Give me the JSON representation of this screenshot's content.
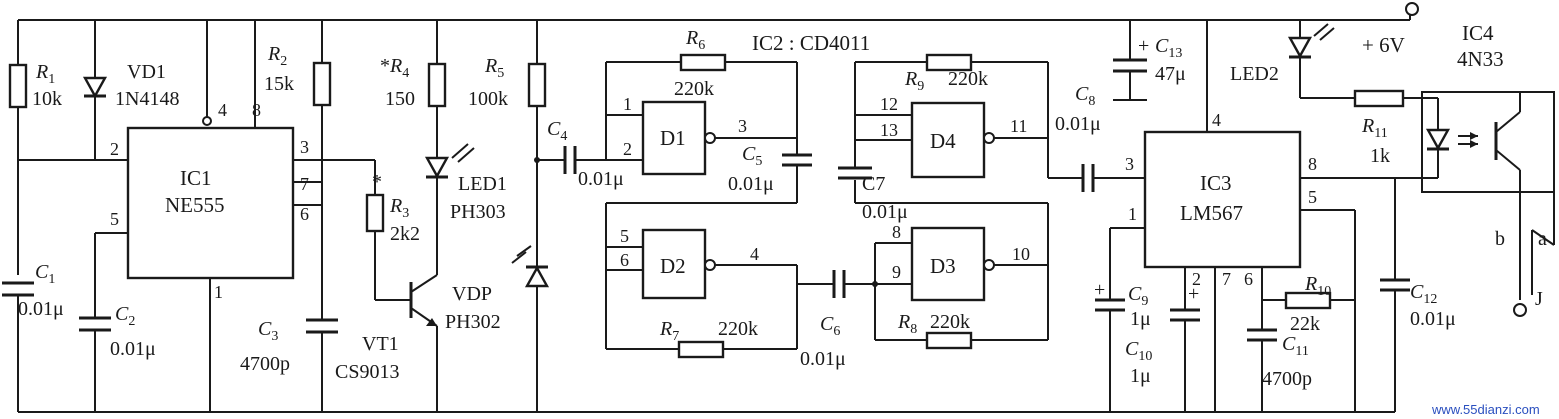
{
  "chips": {
    "ic1": {
      "name": "IC1",
      "part": "NE555",
      "pins": {
        "p2": "2",
        "p4": "4",
        "p8": "8",
        "p3": "3",
        "p7": "7",
        "p6": "6",
        "p5": "5",
        "p1": "1"
      }
    },
    "ic2": {
      "title": "IC2 : CD4011"
    },
    "ic3": {
      "name": "IC3",
      "part": "LM567",
      "pins": {
        "p3": "3",
        "p4": "4",
        "p8": "8",
        "p5": "5",
        "p1": "1",
        "p2": "2",
        "p7": "7",
        "p6": "6"
      }
    },
    "ic4": {
      "name": "IC4",
      "part": "4N33"
    }
  },
  "gates": {
    "d1": {
      "label": "D1",
      "in1": "1",
      "in2": "2",
      "out": "3"
    },
    "d2": {
      "label": "D2",
      "in1": "5",
      "in2": "6",
      "out": "4"
    },
    "d3": {
      "label": "D3",
      "in1": "8",
      "in2": "9",
      "out": "10"
    },
    "d4": {
      "label": "D4",
      "in1": "12",
      "in2": "13",
      "out": "11"
    }
  },
  "components": {
    "r1": {
      "ref": "R",
      "sub": "1",
      "value": "10k"
    },
    "vd1": {
      "ref": "VD1",
      "value": "1N4148"
    },
    "r2": {
      "ref": "R",
      "sub": "2",
      "value": "15k"
    },
    "r4": {
      "prefix": "*",
      "ref": "R",
      "sub": "4",
      "value": "150"
    },
    "r5": {
      "ref": "R",
      "sub": "5",
      "value": "100k"
    },
    "r3": {
      "prefix": "*",
      "ref": "R",
      "sub": "3",
      "value": "2k2"
    },
    "led1": {
      "ref": "LED1",
      "value": "PH303"
    },
    "vdp": {
      "ref": "VDP",
      "value": "PH302"
    },
    "vt1": {
      "ref": "VT1",
      "value": "CS9013"
    },
    "c1": {
      "ref": "C",
      "sub": "1",
      "value": "0.01μ"
    },
    "c2": {
      "ref": "C",
      "sub": "2",
      "value": "0.01μ"
    },
    "c3": {
      "ref": "C",
      "sub": "3",
      "value": "4700p"
    },
    "c4": {
      "ref": "C",
      "sub": "4",
      "value": "0.01μ"
    },
    "r6": {
      "ref": "R",
      "sub": "6",
      "value": "220k"
    },
    "c5": {
      "ref": "C",
      "sub": "5",
      "value": "0.01μ"
    },
    "r7": {
      "ref": "R",
      "sub": "7",
      "value": "220k"
    },
    "c6": {
      "ref": "C",
      "sub": "6",
      "value": "0.01μ"
    },
    "r9": {
      "ref": "R",
      "sub": "9",
      "value": "220k"
    },
    "c7": {
      "ref": "C7",
      "value": "0.01μ"
    },
    "r8": {
      "ref": "R",
      "sub": "8",
      "value": "220k"
    },
    "c13": {
      "ref": "C",
      "sub": "13",
      "value": "47μ"
    },
    "c8": {
      "ref": "C",
      "sub": "8",
      "value": "0.01μ"
    },
    "c9": {
      "ref": "C",
      "sub": "9",
      "value": "1μ"
    },
    "c10": {
      "ref": "C",
      "sub": "10",
      "value": "1μ"
    },
    "r10": {
      "ref": "R",
      "sub": "10",
      "value": "22k"
    },
    "c11": {
      "ref": "C",
      "sub": "11",
      "value": "4700p"
    },
    "led2": {
      "ref": "LED2"
    },
    "r11": {
      "ref": "R",
      "sub": "11",
      "value": "1k"
    },
    "c12": {
      "ref": "C",
      "sub": "12",
      "value": "0.01μ"
    }
  },
  "supply": {
    "label": "+ 6V"
  },
  "polarity": {
    "plus": "+"
  },
  "relay": {
    "a": "a",
    "b": "b",
    "j": "J"
  },
  "watermark": {
    "text": "www.55dianzi.com"
  }
}
